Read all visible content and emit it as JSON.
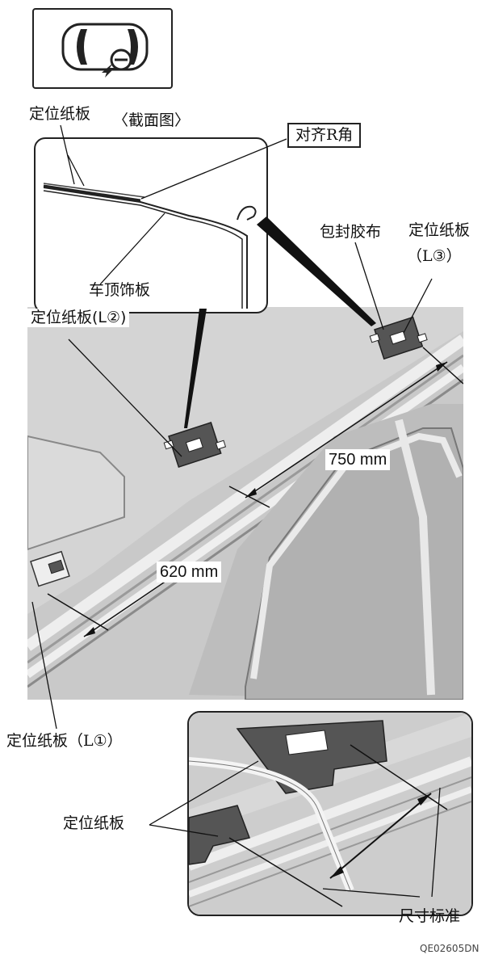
{
  "labels": {
    "positioning_paper": "定位纸板",
    "cross_section": "〈截面图〉",
    "align_r_corner": "对齐R角",
    "headliner": "车顶饰板",
    "wrap_tape": "包封胶布",
    "positioning_paper_l3_line1": "定位纸板",
    "positioning_paper_l3_line2": "（L③）",
    "positioning_paper_l2": "定位纸板(L②)",
    "positioning_paper_l1": "定位纸板（L①）",
    "positioning_paper_detail": "定位纸板",
    "dimension_standard": "尺寸标准",
    "code": "QE02605DN"
  },
  "dimensions": {
    "d750": "750 mm",
    "d620": "620 mm"
  }
}
